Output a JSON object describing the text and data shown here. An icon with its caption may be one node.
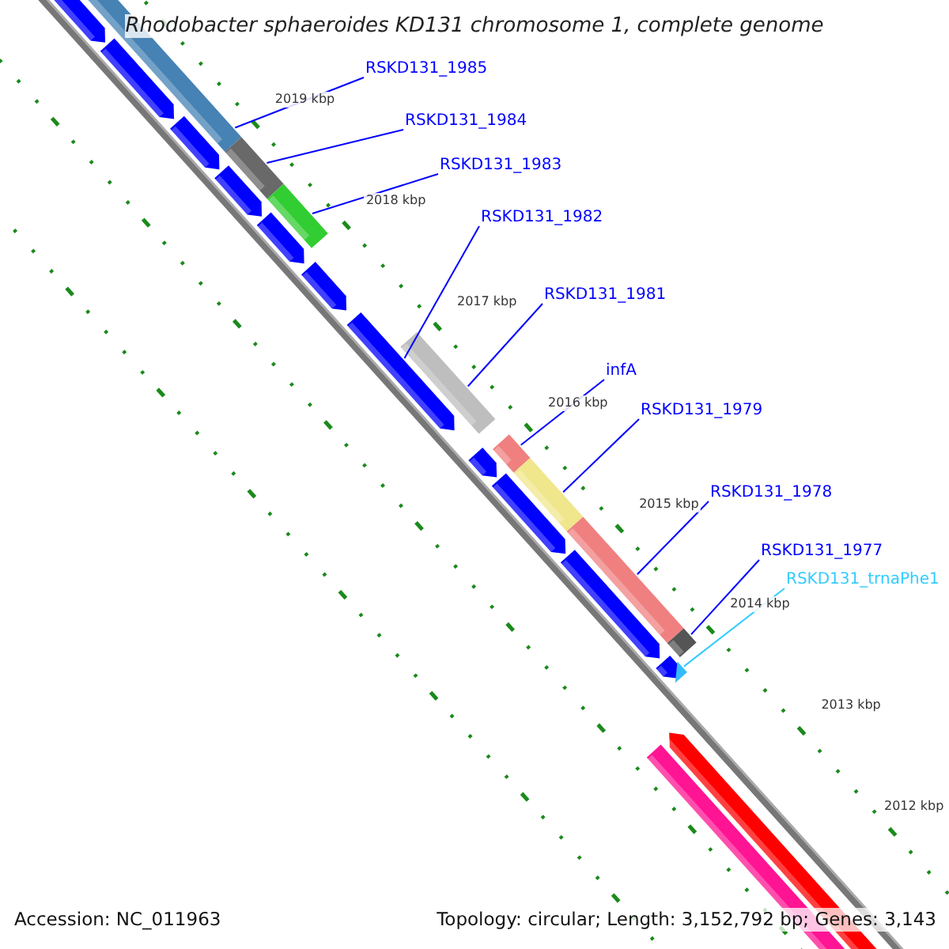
{
  "diagram": {
    "title": "Rhodobacter sphaeroides KD131 chromosome 1, complete genome",
    "nodes": [
      {
        "text": [
          "RSKD131_1985"
        ]
      },
      {
        "text": [
          "RSKD131_1984"
        ]
      },
      {
        "text": [
          "RSKD131_1983"
        ]
      },
      {
        "text": [
          "RSKD131_1982"
        ]
      },
      {
        "text": [
          "RSKD131_1981"
        ]
      },
      {
        "text": [
          "infA"
        ]
      },
      {
        "text": [
          "RSKD131_1979"
        ]
      },
      {
        "text": [
          "RSKD131_1978"
        ]
      },
      {
        "text": [
          "RSKD131_1977"
        ]
      },
      {
        "text": [
          "RSKD131_trnaPhe1"
        ]
      },
      {
        "text": [],
        "shape": "bar"
      },
      {
        "text": [],
        "shape": "bar"
      },
      {
        "text": [],
        "shape": "bar"
      },
      {
        "text": [],
        "shape": "arrow"
      },
      {
        "text": [],
        "shape": "bar"
      },
      {
        "text": [],
        "shape": "bar"
      },
      {
        "text": [],
        "shape": "bar"
      },
      {
        "text": [],
        "shape": "bar"
      },
      {
        "text": [],
        "shape": "bar"
      },
      {
        "text": [],
        "shape": "triangle"
      }
    ],
    "edges": [
      {
        "from": 0,
        "to": 10,
        "arrow": "none"
      },
      {
        "from": 1,
        "to": 11,
        "arrow": "none"
      },
      {
        "from": 2,
        "to": 12,
        "arrow": "none"
      },
      {
        "from": 3,
        "to": 13,
        "arrow": "none"
      },
      {
        "from": 4,
        "to": 14,
        "arrow": "none"
      },
      {
        "from": 5,
        "to": 15,
        "arrow": "none"
      },
      {
        "from": 6,
        "to": 16,
        "arrow": "none"
      },
      {
        "from": 7,
        "to": 17,
        "arrow": "none"
      },
      {
        "from": 8,
        "to": 18,
        "arrow": "none"
      },
      {
        "from": 9,
        "to": 19,
        "arrow": "none",
        "color": "#33ccff"
      }
    ],
    "labels": [
      "2019 kbp",
      "2018 kbp",
      "2017 kbp",
      "2016 kbp",
      "2015 kbp",
      "2014 kbp",
      "2013 kbp",
      "2012 kbp",
      "Accession: NC_011963",
      "Topology: circular; Length: 3,152,792 bp; Genes: 3,143"
    ]
  }
}
